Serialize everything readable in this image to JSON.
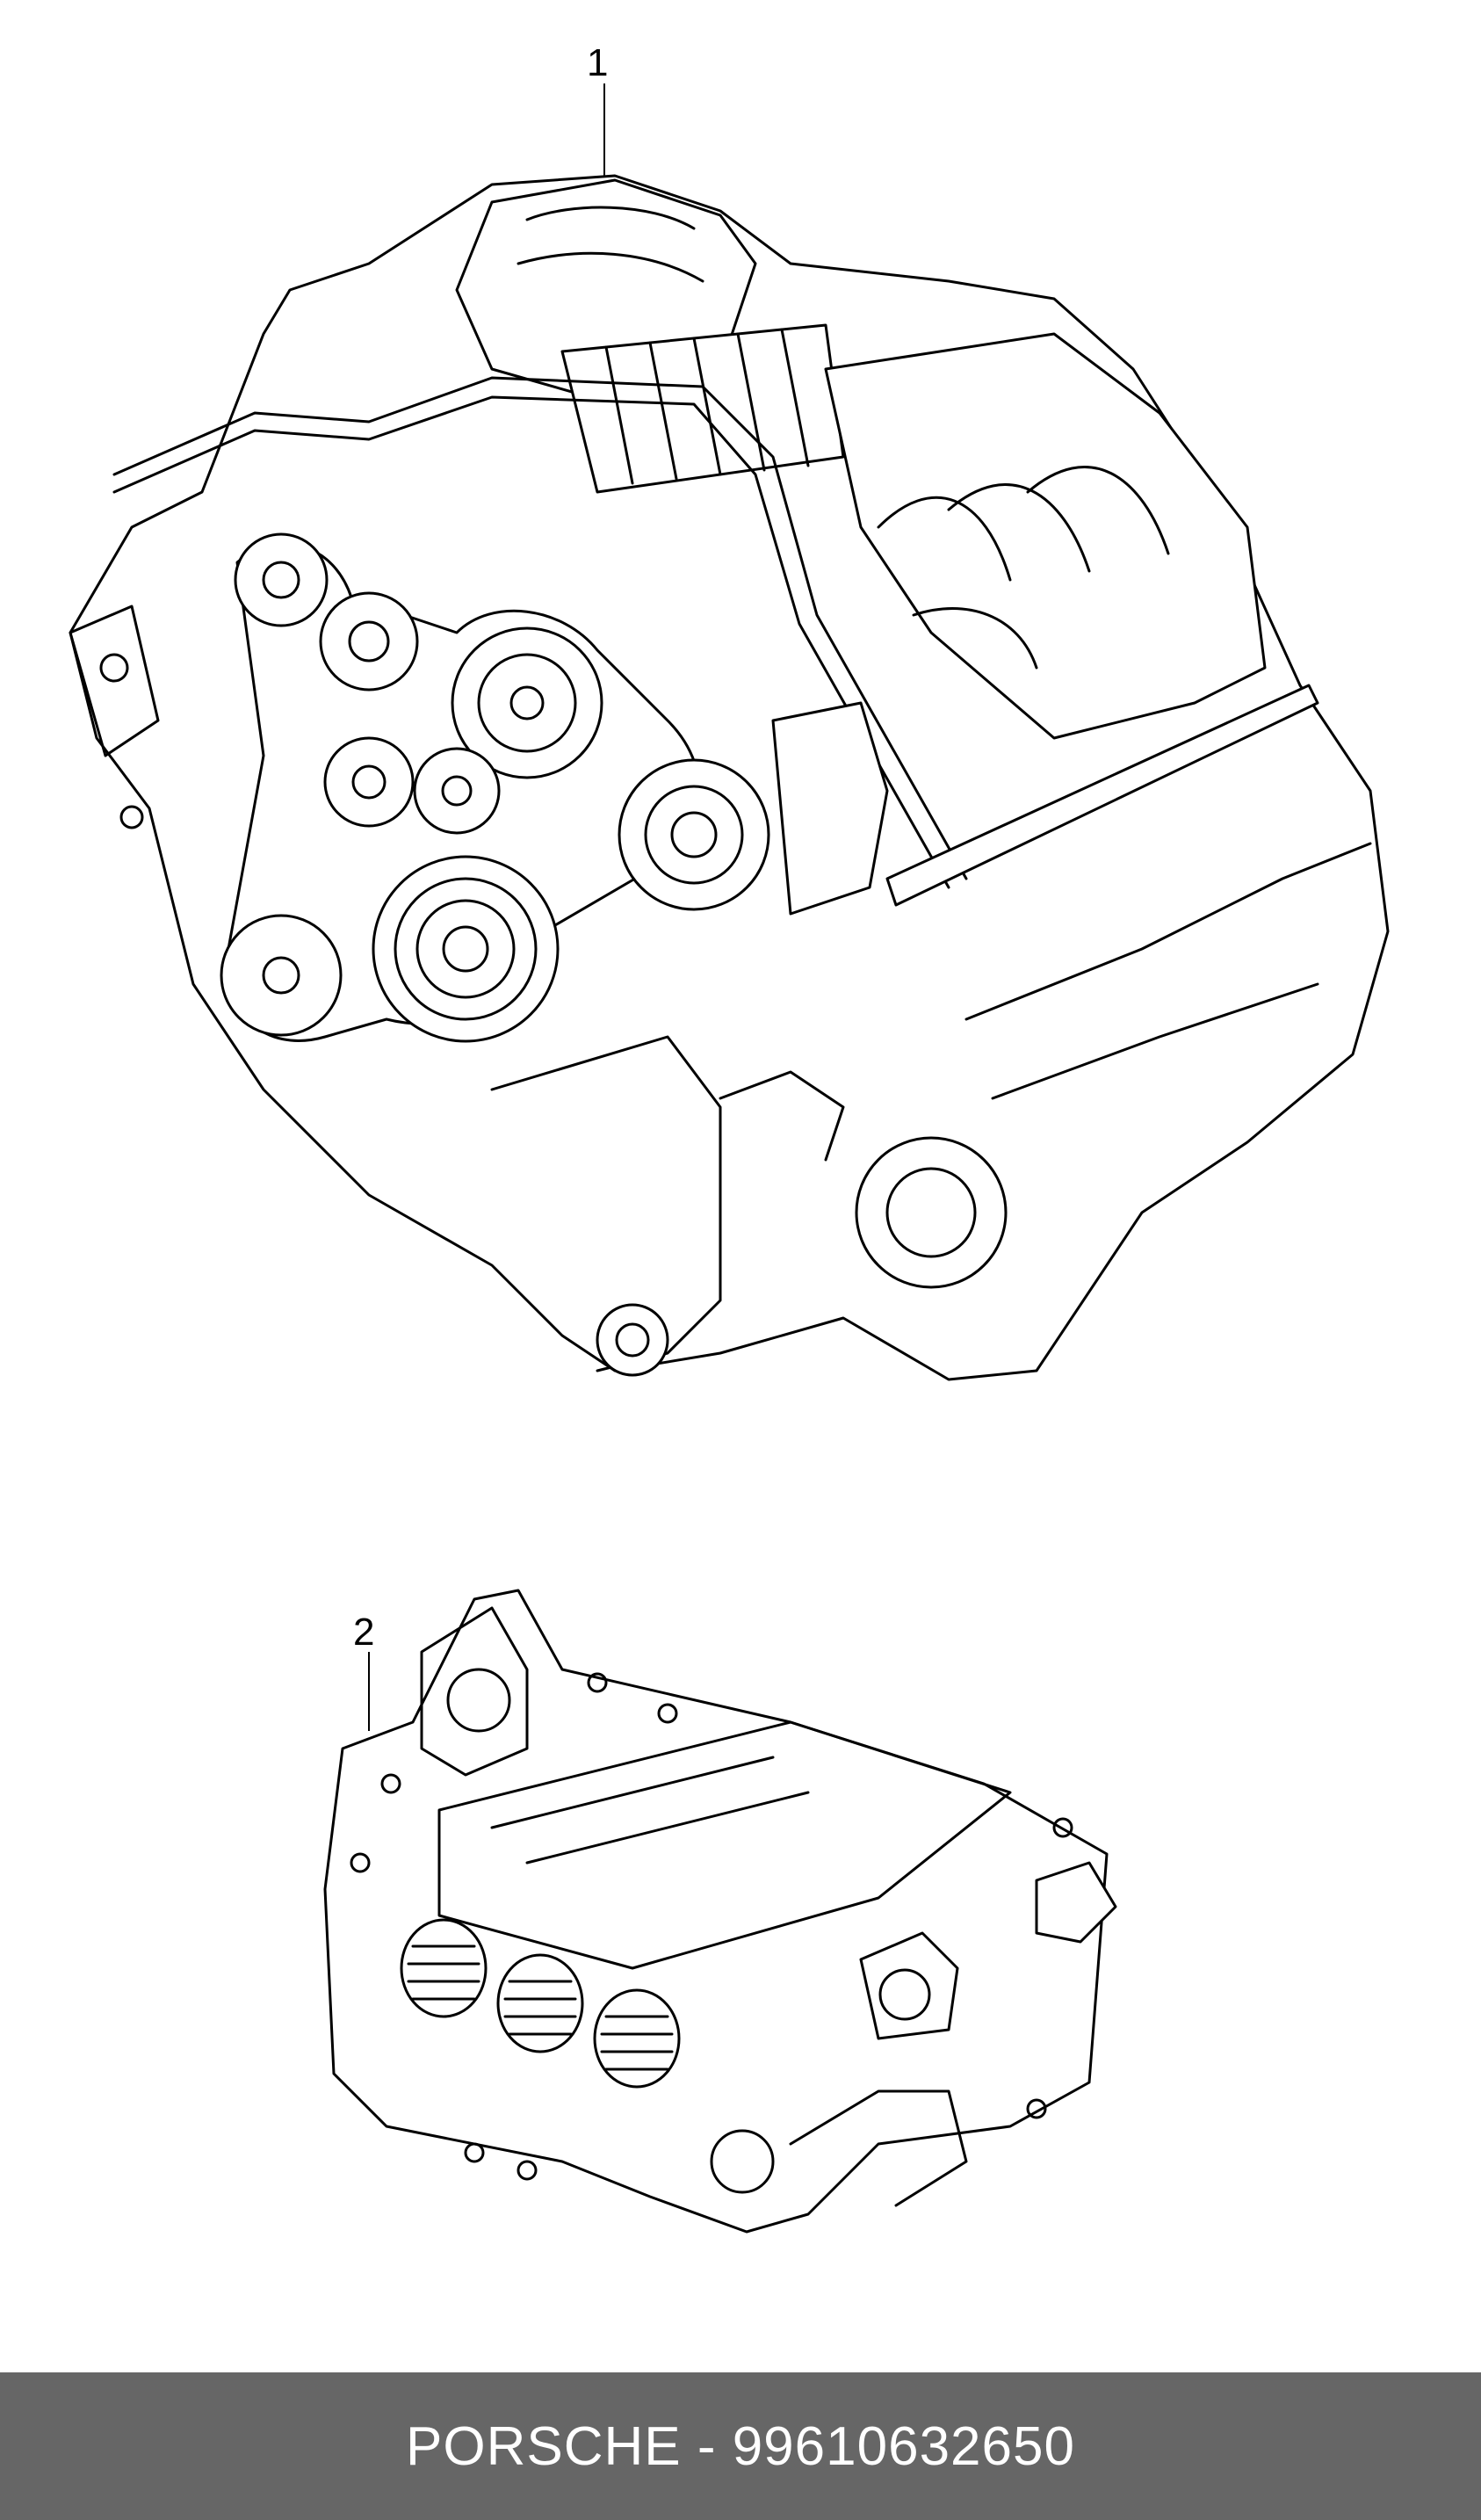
{
  "callouts": {
    "part1": "1",
    "part2": "2"
  },
  "footer": {
    "label": "PORSCHE - 99610632650"
  },
  "colors": {
    "footer_bg": "#666666",
    "footer_text": "#ffffff",
    "line": "#000000",
    "background": "#ffffff"
  }
}
